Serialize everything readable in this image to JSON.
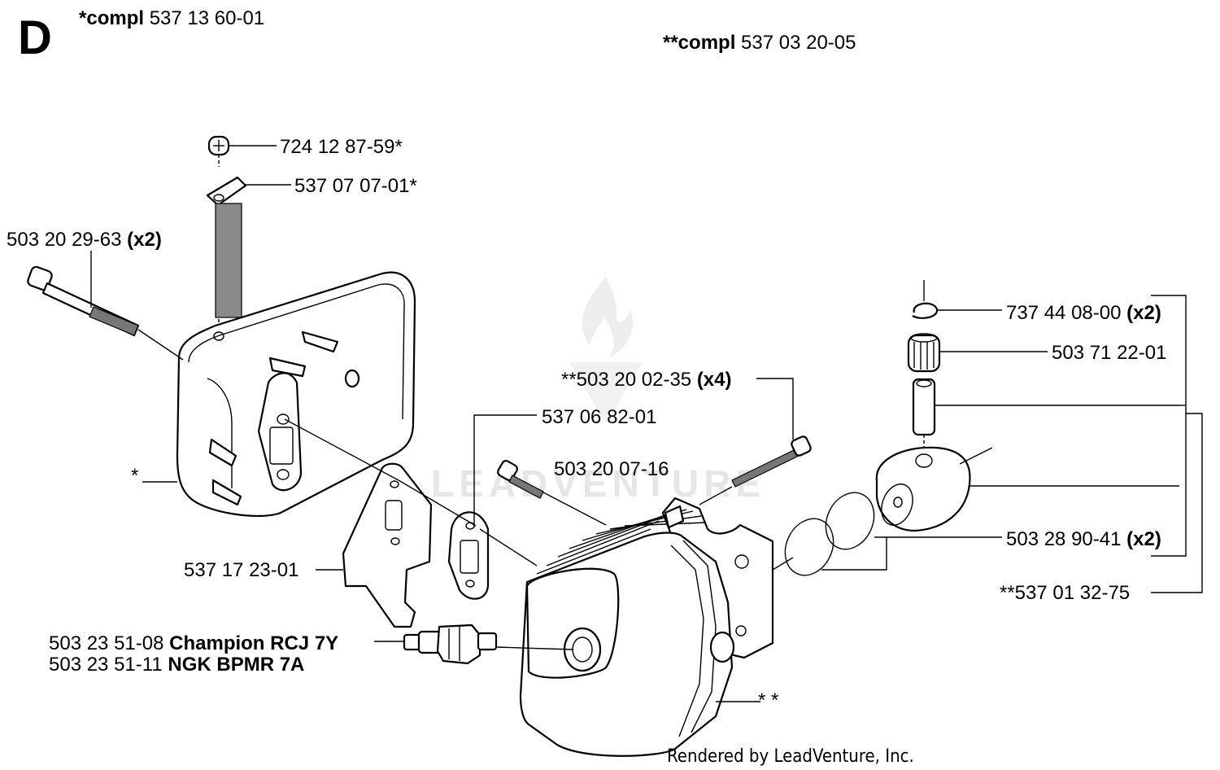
{
  "section_letter": "D",
  "assemblies": {
    "muffler_compl": {
      "prefix": "*compl",
      "number": "537 13 60-01"
    },
    "cylinder_compl": {
      "prefix": "**compl",
      "number": "537 03 20-05"
    }
  },
  "callouts": {
    "screw_top": "724 12 87-59*",
    "guard_plate": "537 07 07-01*",
    "muffler_bolt": {
      "number": "503 20 29-63",
      "qty": "(x2)"
    },
    "muffler_star": "*",
    "gasket": "537 06 82-01",
    "cylinder_bolt": {
      "number": "**503 20 02-35",
      "qty": "(x4)"
    },
    "screw_mid": "503 20 07-16",
    "bracket": "537 17 23-01",
    "spark_plug_1": {
      "number": "503 23 51-08",
      "name": "Champion RCJ 7Y"
    },
    "spark_plug_2": {
      "number": "503 23 51-11",
      "name": "NGK BPMR 7A"
    },
    "cylinder_star": "* *",
    "circlip": {
      "number": "737 44 08-00",
      "qty": "(x2)"
    },
    "needle_bearing": "503 71 22-01",
    "piston_ring": {
      "number": "503 28 90-41",
      "qty": "(x2)"
    },
    "piston_kit": "**537 01 32-75"
  },
  "watermark": "LEADVENTURE",
  "credit": "Rendered by LeadVenture, Inc."
}
